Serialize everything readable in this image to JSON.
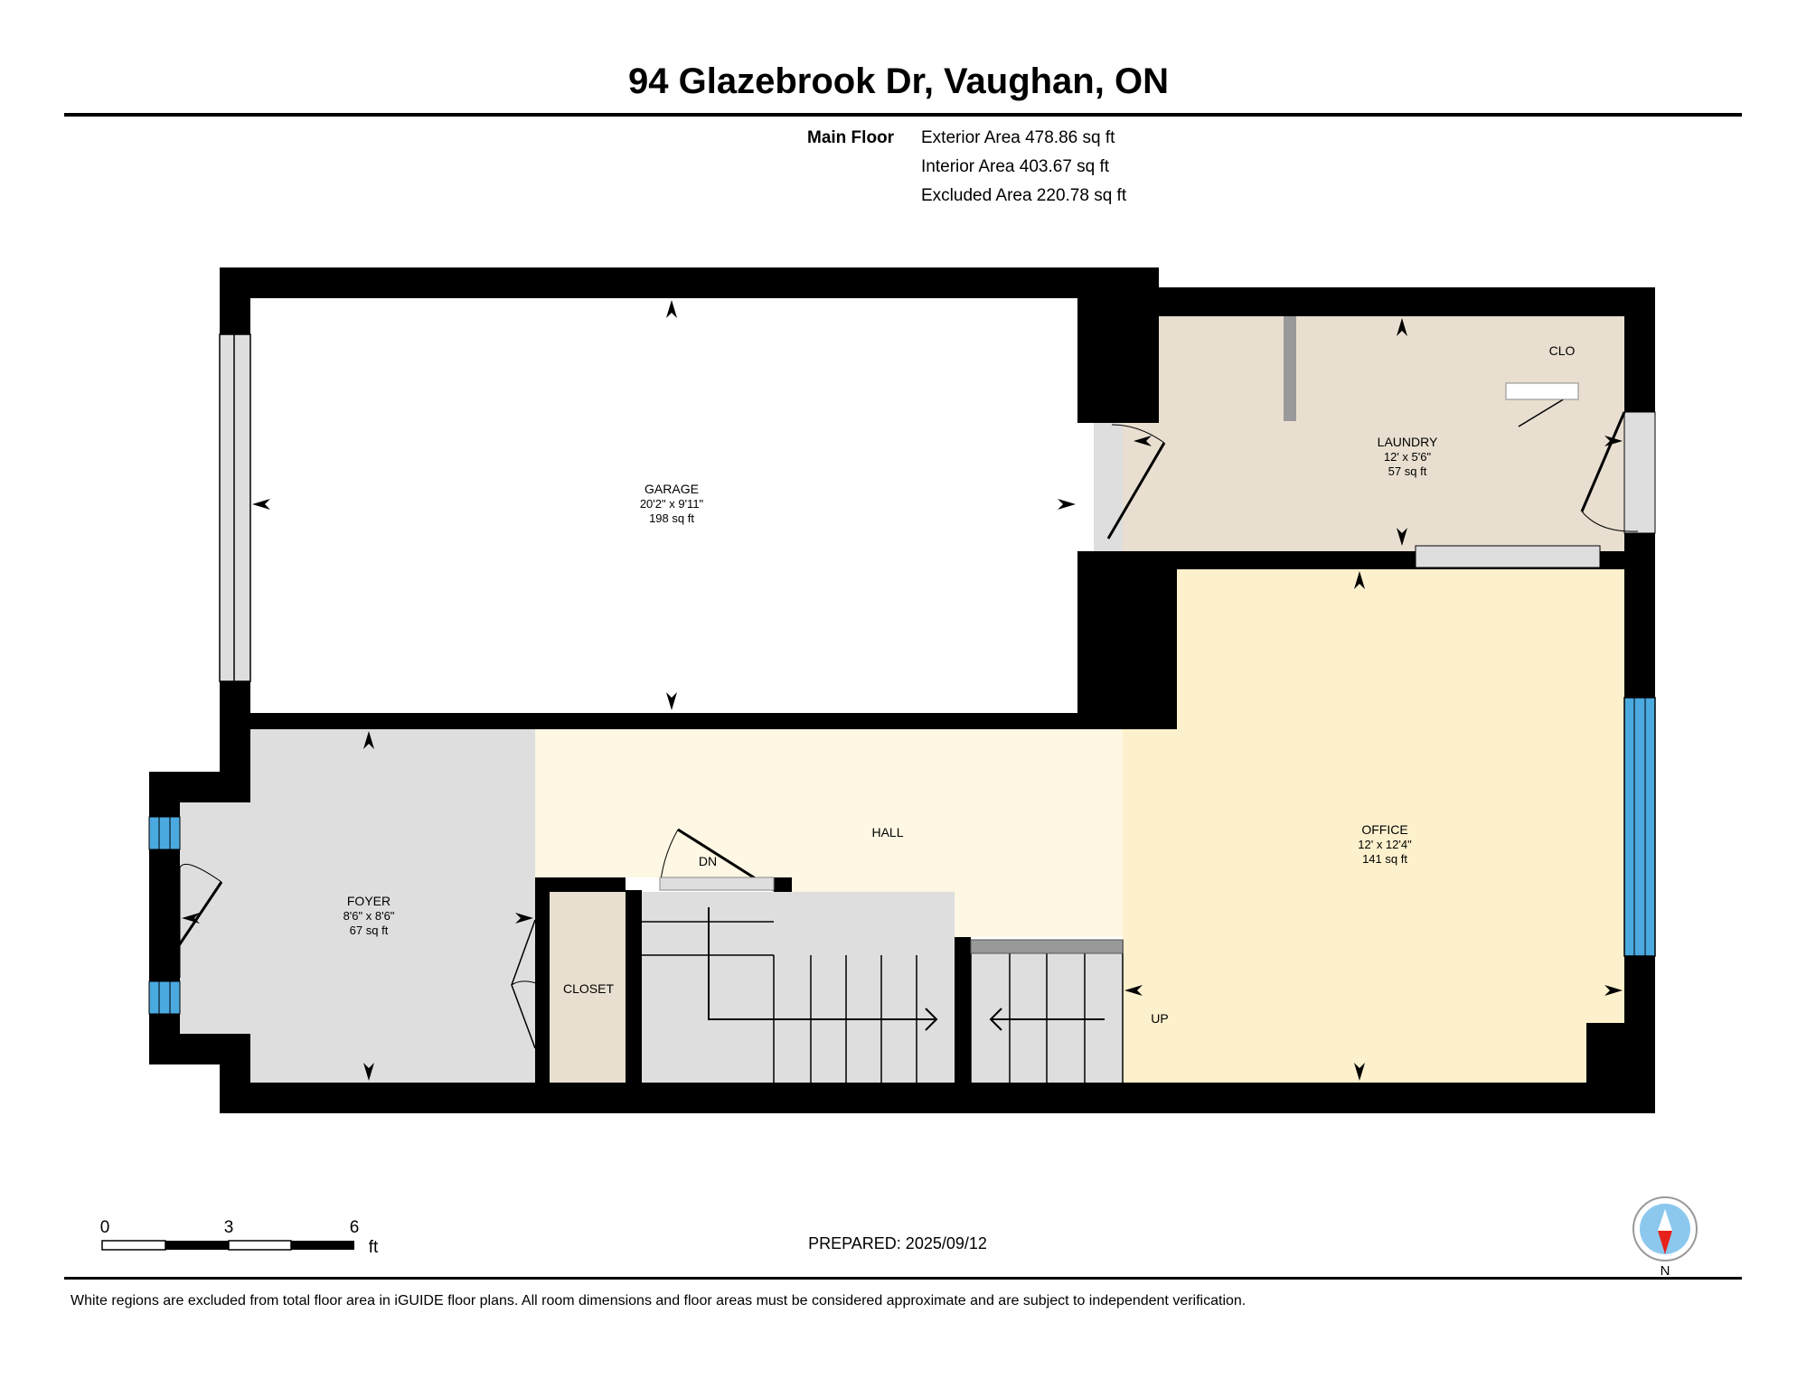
{
  "header": {
    "address": "94 Glazebrook Dr, Vaughan, ON",
    "floor_name": "Main Floor",
    "exterior_area": "Exterior Area 478.86 sq ft",
    "interior_area": "Interior Area 403.67 sq ft",
    "excluded_area": "Excluded Area 220.78 sq ft"
  },
  "rooms": {
    "garage": {
      "name": "GARAGE",
      "dims": "20'2\" x 9'11\"",
      "area": "198 sq ft"
    },
    "laundry": {
      "name": "LAUNDRY",
      "dims": "12' x 5'6\"",
      "area": "57 sq ft"
    },
    "clo": {
      "name": "CLO"
    },
    "foyer": {
      "name": "FOYER",
      "dims": "8'6\" x 8'6\"",
      "area": "67 sq ft"
    },
    "hall": {
      "name": "HALL"
    },
    "closet": {
      "name": "CLOSET"
    },
    "office": {
      "name": "OFFICE",
      "dims": "12' x 12'4\"",
      "area": "141 sq ft"
    },
    "stairs_down": "DN",
    "stairs_up": "UP"
  },
  "scale": {
    "ticks": [
      "0",
      "3",
      "6"
    ],
    "unit": "ft"
  },
  "compass": {
    "label": "N"
  },
  "footer": {
    "prepared": "PREPARED: 2025/09/12",
    "disclaimer": "White regions are excluded from total floor area in iGUIDE floor plans. All room dimensions and floor areas must be considered approximate and are subject to independent verification."
  },
  "colors": {
    "wall": "#000000",
    "garage_fill": "#ffffff",
    "laundry_fill": "#e8dfd0",
    "foyer_fill": "#dedede",
    "hall_fill": "#fdf7e3",
    "office_fill": "#fdf0cc",
    "window": "#4aa9de",
    "compass_red": "#e8221b",
    "compass_blue": "#8cc8ee"
  }
}
